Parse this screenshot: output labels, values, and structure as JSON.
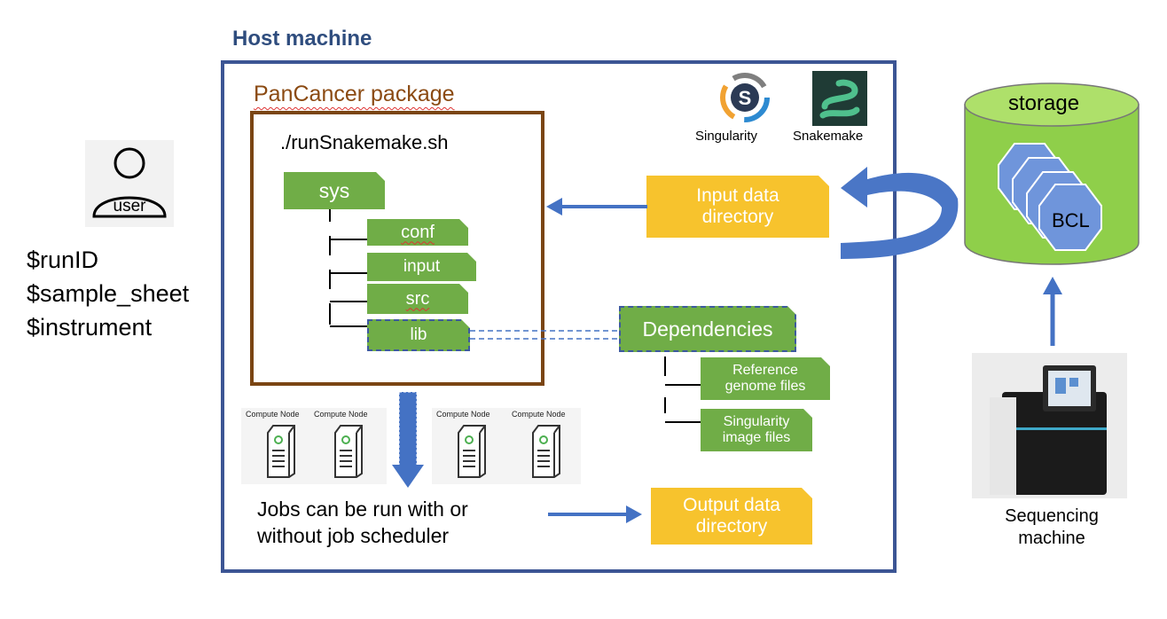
{
  "host": {
    "title": "Host machine"
  },
  "package": {
    "title": "PanCancer package",
    "command": "./runSnakemake.sh"
  },
  "tree": {
    "root": "sys",
    "children": [
      "conf",
      "input",
      "src",
      "lib"
    ]
  },
  "logos": {
    "singularity": "Singularity",
    "snakemake": "Snakemake",
    "singularity_letter": "S"
  },
  "input_dir": {
    "label": "Input data directory"
  },
  "output_dir": {
    "label": "Output data directory"
  },
  "dependencies": {
    "title": "Dependencies",
    "items": [
      "Reference genome files",
      "Singularity image files"
    ]
  },
  "compute_nodes": {
    "label": "Compute Node"
  },
  "jobs_text": {
    "line1": "Jobs can be run with or",
    "line2": "without job scheduler"
  },
  "user": {
    "icon_label": "user",
    "vars": [
      "$runID",
      "$sample_sheet",
      "$instrument"
    ]
  },
  "storage": {
    "title": "storage",
    "content": "BCL"
  },
  "sequencer": {
    "line1": "Sequencing",
    "line2": "machine"
  },
  "colors": {
    "host_border": "#3c5594",
    "package_border": "#7a4513",
    "green": "#70ad47",
    "yellow": "#f7c32d",
    "arrow_blue": "#4472c4",
    "storage_green": "#92d050",
    "bcl_blue": "#6f95db"
  }
}
